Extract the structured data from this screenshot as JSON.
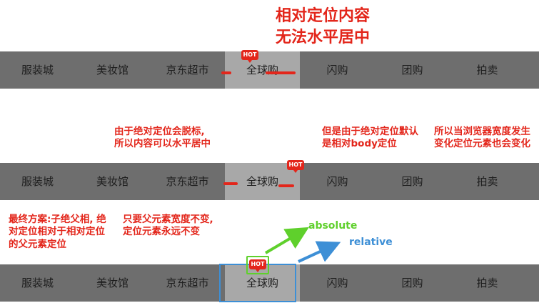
{
  "nav_items": [
    "服装城",
    "美妆馆",
    "京东超市",
    "全球购",
    "闪购",
    "团购",
    "拍卖"
  ],
  "hot_badge": "HOT",
  "notes": {
    "title": "相对定位内容\n无法水平居中",
    "middle_left": "由于绝对定位会脱标,\n所以内容可以水平居中",
    "middle_center": "但是由于绝对定位默认\n是相对body定位",
    "middle_right": "所以当浏览器宽度发生\n变化定位元素也会变化",
    "bottom_left": "最终方案:子绝父相, 绝\n对定位相对于相对定位\n的父元素定位",
    "bottom_mid": "只要父元素宽度不变,\n定位元素永远不变"
  },
  "labels": {
    "absolute": "absolute",
    "relative": "relative"
  },
  "colors": {
    "annotation": "#e3261b",
    "nav_bg": "#6e6e6e",
    "active_bg": "#a8a8a8",
    "absolute_green": "#5fd02c",
    "relative_blue": "#3d8fd6"
  }
}
